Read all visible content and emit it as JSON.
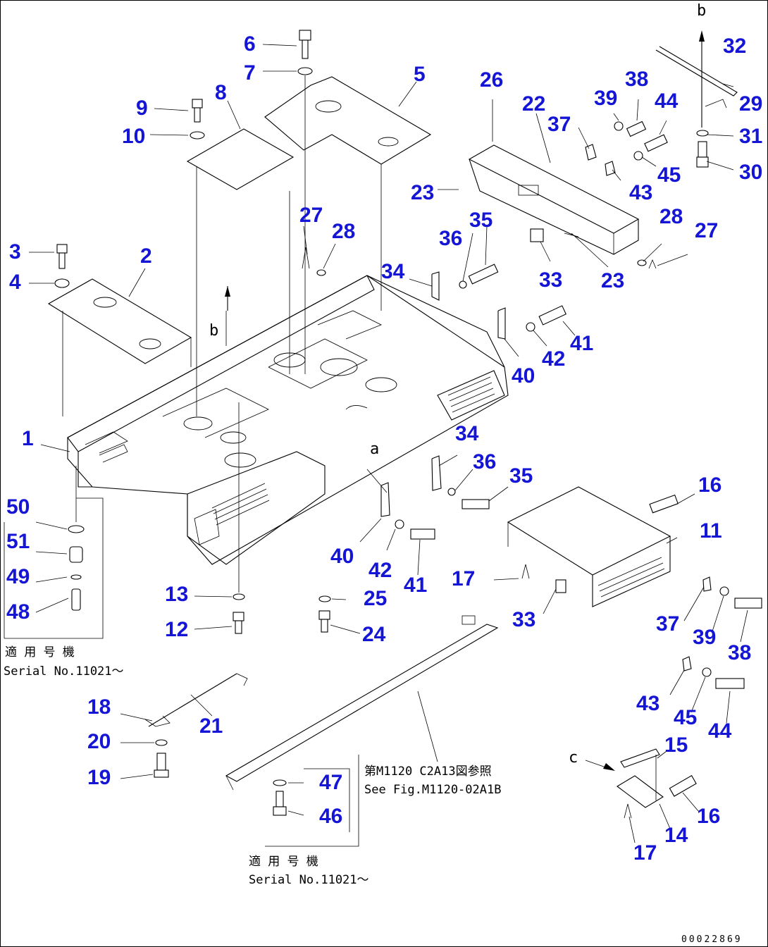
{
  "callouts": {
    "c1": "1",
    "c2": "2",
    "c3": "3",
    "c4": "4",
    "c5": "5",
    "c6": "6",
    "c7": "7",
    "c8": "8",
    "c9": "9",
    "c10": "10",
    "c11": "11",
    "c12": "12",
    "c13": "13",
    "c14": "14",
    "c15": "15",
    "c16": "16",
    "c17": "17",
    "c18": "18",
    "c19": "19",
    "c20": "20",
    "c21": "21",
    "c22": "22",
    "c23": "23",
    "c24": "24",
    "c25": "25",
    "c26": "26",
    "c27": "27",
    "c28": "28",
    "c29": "29",
    "c30": "30",
    "c31": "31",
    "c32": "32",
    "c33": "33",
    "c34": "34",
    "c35": "35",
    "c36": "36",
    "c37": "37",
    "c38": "38",
    "c39": "39",
    "c40": "40",
    "c41": "41",
    "c42": "42",
    "c43": "43",
    "c44": "44",
    "c45": "45",
    "c46": "46",
    "c47": "47",
    "c48": "48",
    "c49": "49",
    "c50": "50",
    "c51": "51"
  },
  "view_marks": {
    "a": "a",
    "b": "b",
    "c": "c"
  },
  "notes": {
    "serial_left_ja": "適 用 号 機",
    "serial_left_en": "Serial No.11021～",
    "fig_ref_ja": "第M1120 C2A13図参照",
    "fig_ref_en": "See Fig.M1120-02A1B",
    "serial_bottom_ja": "適 用 号 機",
    "serial_bottom_en": "Serial No.11021～",
    "drawing_number": "00022869"
  }
}
